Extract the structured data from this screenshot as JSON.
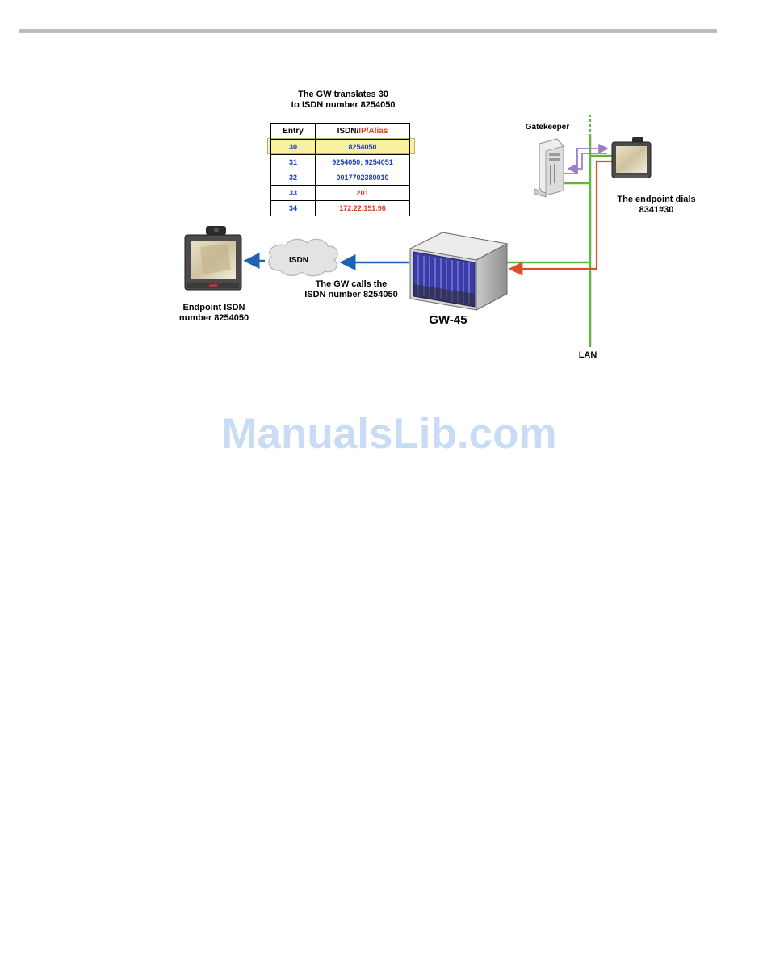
{
  "table_caption": {
    "line1": "The GW translates 30",
    "line2": "to ISDN number 8254050"
  },
  "table": {
    "header_entry": "Entry",
    "header_isdn": "ISDN/",
    "header_ipalias": "IP/Alias",
    "rows": [
      {
        "entry": "30",
        "value": "8254050"
      },
      {
        "entry": "31",
        "value": "9254050; 9254051"
      },
      {
        "entry": "32",
        "value": "0017702380010"
      },
      {
        "entry": "33",
        "value": "201"
      },
      {
        "entry": "34",
        "value": "172.22.151.96"
      }
    ]
  },
  "labels": {
    "gatekeeper": "Gatekeeper",
    "endpoint_dials_line1": "The endpoint dials",
    "endpoint_dials_line2": "8341#30",
    "isdn_cloud": "ISDN",
    "gw_calls_line1": "The GW calls the",
    "gw_calls_line2": "ISDN number 8254050",
    "endpoint_isdn_line1": "Endpoint ISDN",
    "endpoint_isdn_line2": "number 8254050",
    "gw_name": "GW-45",
    "lan": "LAN"
  },
  "watermark": "ManualsLib.com",
  "colors": {
    "lan_green": "#5cb83a",
    "call_red": "#d9502a",
    "isdn_blue": "#1d63b4",
    "gatekeeper_purple": "#9a7fc8",
    "highlight_yellow": "#f8f2a0"
  }
}
